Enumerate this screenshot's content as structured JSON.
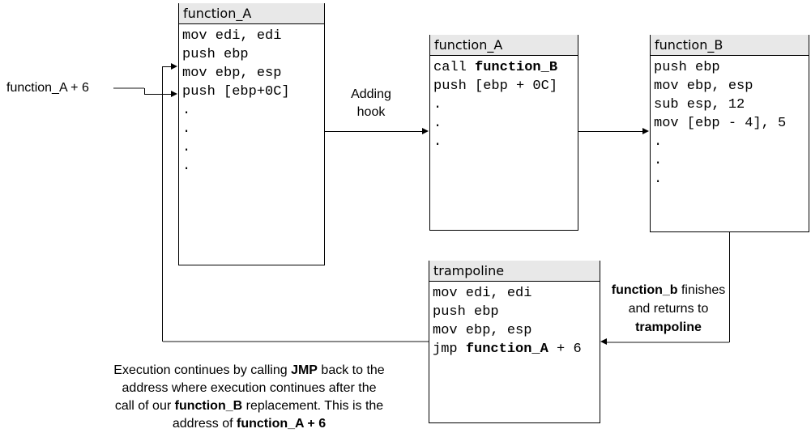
{
  "colors": {
    "header_bg": "#e8e8e8",
    "border": "#000000",
    "connector_gray": "#8a8a8a"
  },
  "boxes": [
    {
      "id": "function-a-original",
      "title": "function_A",
      "code": [
        [
          {
            "t": "mov edi, edi"
          }
        ],
        [
          {
            "t": "push ebp"
          }
        ],
        [
          {
            "t": "mov ebp, esp"
          }
        ],
        [
          {
            "t": "push [ebp+0C]"
          }
        ],
        [
          {
            "t": "."
          }
        ],
        [
          {
            "t": "."
          }
        ],
        [
          {
            "t": "."
          }
        ],
        [
          {
            "t": "."
          }
        ]
      ]
    },
    {
      "id": "function-a-hooked",
      "title": "function_A",
      "code": [
        [
          {
            "t": "call "
          },
          {
            "t": "function_B",
            "b": true
          }
        ],
        [
          {
            "t": "push [ebp + 0C]"
          }
        ],
        [
          {
            "t": "."
          }
        ],
        [
          {
            "t": "."
          }
        ],
        [
          {
            "t": "."
          }
        ]
      ]
    },
    {
      "id": "function-b",
      "title": "function_B",
      "code": [
        [
          {
            "t": "push ebp"
          }
        ],
        [
          {
            "t": "mov ebp, esp"
          }
        ],
        [
          {
            "t": "sub esp, 12"
          }
        ],
        [
          {
            "t": "mov [ebp - 4], 5"
          }
        ],
        [
          {
            "t": "."
          }
        ],
        [
          {
            "t": "."
          }
        ],
        [
          {
            "t": "."
          }
        ]
      ]
    },
    {
      "id": "trampoline",
      "title": "trampoline",
      "code": [
        [
          {
            "t": "mov edi, edi"
          }
        ],
        [
          {
            "t": "push ebp"
          }
        ],
        [
          {
            "t": "mov ebp, esp"
          }
        ],
        [
          {
            "t": "jmp "
          },
          {
            "t": "function_A",
            "b": true
          },
          {
            "t": " + 6"
          }
        ]
      ]
    }
  ],
  "labels": {
    "function_a_plus_6": "function_A + 6",
    "adding_hook": [
      [
        {
          "t": "Adding"
        }
      ],
      [
        {
          "t": "hook"
        }
      ]
    ],
    "returns_note": [
      [
        {
          "t": "function_b",
          "b": true
        },
        {
          "t": " finishes"
        }
      ],
      [
        {
          "t": "and returns to"
        }
      ],
      [
        {
          "t": "trampoline",
          "b": true
        }
      ]
    ],
    "bottom_note": [
      [
        {
          "t": "Execution continues by calling "
        },
        {
          "t": "JMP",
          "b": true
        },
        {
          "t": " back to the"
        }
      ],
      [
        {
          "t": "address where execution continues after the"
        }
      ],
      [
        {
          "t": "call of our "
        },
        {
          "t": "function_B",
          "b": true
        },
        {
          "t": " replacement. This is the"
        }
      ],
      [
        {
          "t": "address of "
        },
        {
          "t": "function_A + 6",
          "b": true
        }
      ]
    ]
  }
}
